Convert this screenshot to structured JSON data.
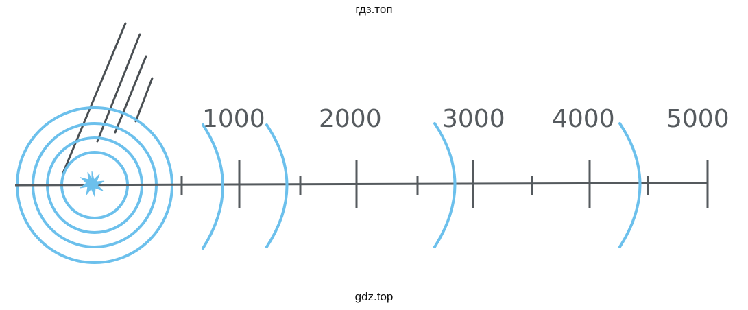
{
  "watermark_top": "гдз.топ",
  "watermark_bottom": "gdz.top",
  "diagram": {
    "scale_labels": [
      "1000",
      "2000",
      "3000",
      "4000",
      "5000"
    ],
    "colors": {
      "wave": "#6cc0ec",
      "axis": "#555a5e",
      "rays": "#4a4f53",
      "source": "#6cc0ec"
    }
  }
}
